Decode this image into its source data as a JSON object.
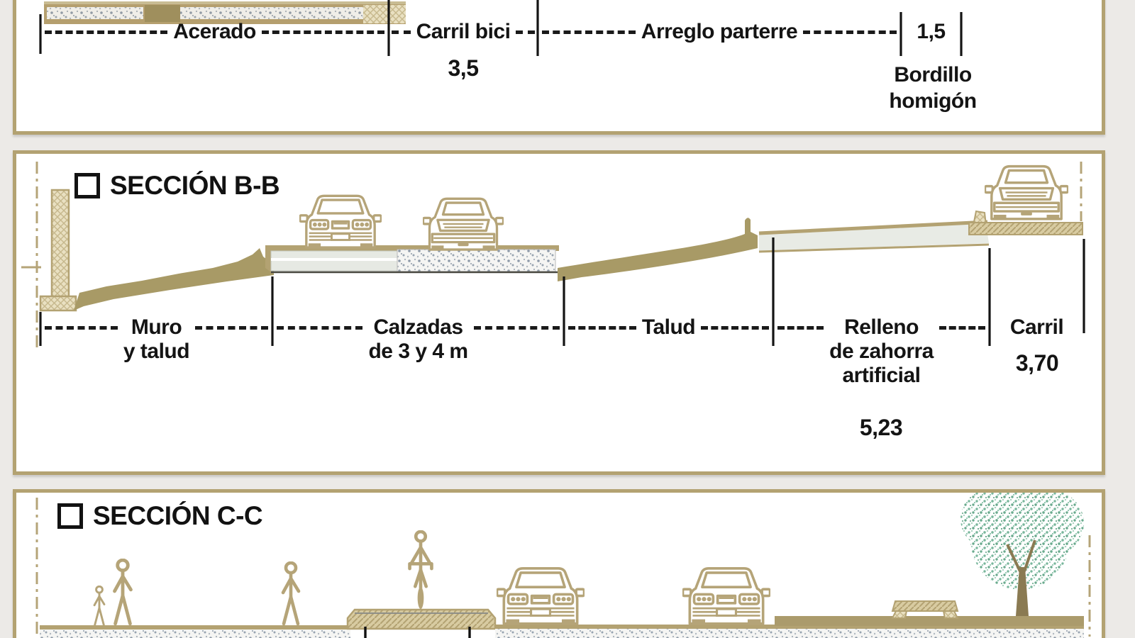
{
  "meta": {
    "background": "#eceae7",
    "panel_border": "#b3a272",
    "ink": "#1a1a1a",
    "line_art": "#b5a478",
    "earth_fill": "#a89a66",
    "road_gray": "#e6e9e3",
    "tree_green": "#79b79c"
  },
  "icons": {
    "section_marker": "square-outline-icon",
    "cut_line": "dash-dot-cut-line",
    "car": "car-icon",
    "pedestrian": "pedestrian-icon",
    "cyclist": "cyclist-icon",
    "tree": "tree-icon",
    "bench": "bench-icon"
  },
  "section_a": {
    "dims": {
      "acerado": "Acerado",
      "carril_bici": "Carril bici",
      "carril_bici_value": "3,5",
      "arreglo": "Arreglo parterre",
      "bordillo_value": "1,5",
      "bordillo_l1": "Bordillo",
      "bordillo_l2": "homigón"
    }
  },
  "section_b": {
    "title": "SECCIÓN B-B",
    "dims": {
      "muro_l1": "Muro",
      "muro_l2": "y talud",
      "calzadas_l1": "Calzadas",
      "calzadas_l2": "de 3 y 4 m",
      "talud": "Talud",
      "relleno_l1": "Relleno",
      "relleno_l2": "de zahorra",
      "relleno_l3": "artificial",
      "relleno_value": "5,23",
      "carril": "Carril",
      "carril_value": "3,70"
    }
  },
  "section_c": {
    "title": "SECCIÓN C-C"
  }
}
